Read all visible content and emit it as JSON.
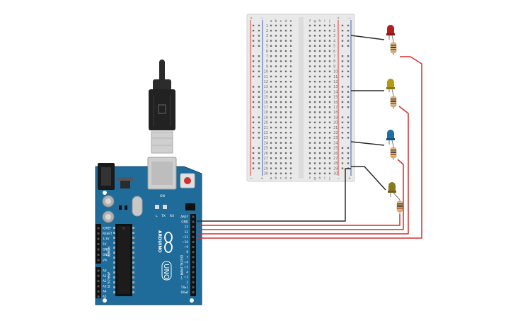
{
  "colors": {
    "board": "#1f6b9a",
    "board_edge": "#174f73",
    "breadboard": "#e8e8e8",
    "rail_red": "#e53935",
    "rail_blue": "#3e5fb2",
    "wire_red": "#d32f2f",
    "wire_black": "#2b2b2b",
    "led_red": "#b71c1c",
    "led_yellow": "#b59a14",
    "led_blue": "#1e6fa3",
    "led_olive": "#8a7a1f"
  },
  "breadboard": {
    "columns_left": [
      "a",
      "b",
      "c",
      "d",
      "e"
    ],
    "columns_right": [
      "f",
      "g",
      "h",
      "i",
      "j"
    ],
    "row_labels": [
      "1",
      "2",
      "3",
      "4",
      "5",
      "6",
      "7",
      "8",
      "9",
      "10",
      "11",
      "12",
      "13",
      "14",
      "15",
      "16",
      "17",
      "18",
      "19",
      "20",
      "21",
      "22",
      "23",
      "24",
      "25",
      "26",
      "27",
      "28",
      "29",
      "30"
    ],
    "rail_plus": "+",
    "rail_minus": "−"
  },
  "arduino": {
    "logo": "ARDUINO",
    "model": "UNO",
    "power_header": [
      "IOREF",
      "RESET",
      "3.3V",
      "5V",
      "GND",
      "GND",
      "Vin"
    ],
    "power_label": "POWER",
    "analog_header": [
      "A0",
      "A1",
      "A2",
      "A3",
      "A4",
      "A5"
    ],
    "analog_label": "ANALOG IN",
    "digital_header": [
      "AREF",
      "GND",
      "13",
      "12",
      "~11",
      "~10",
      "~9",
      "8",
      "7",
      "~6",
      "~5",
      "4",
      "~3",
      "2",
      "TX▸1",
      "RX◂0"
    ],
    "digital_label": "DIGITAL (PWM ~)",
    "led_labels": [
      "L",
      "TX",
      "RX"
    ],
    "on_label": "ON"
  }
}
